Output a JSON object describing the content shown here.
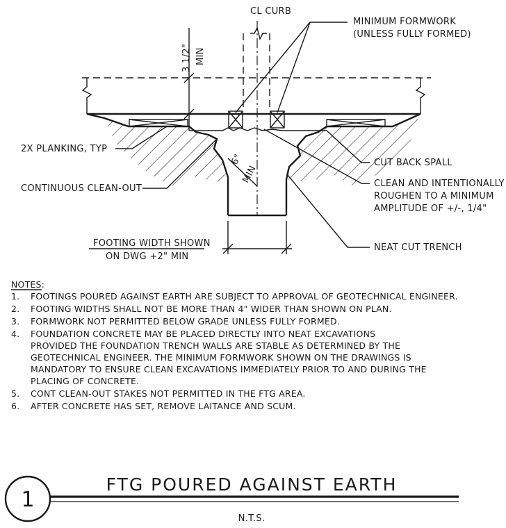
{
  "labels": {
    "cl_curb": "CL CURB",
    "minimum_formwork_1": "MINIMUM FORMWORK",
    "minimum_formwork_2": "(UNLESS FULLY FORMED)",
    "dim_3half": "3 1/2\"",
    "dim_min_a": "MIN",
    "dim_6": "6\"",
    "dim_min_b": "MIN",
    "planking": "2X PLANKING, TYP",
    "cleanout": "CONTINUOUS CLEAN-OUT",
    "cut_back_spall": "CUT BACK SPALL",
    "roughen_1": "CLEAN AND INTENTIONALLY",
    "roughen_2": "ROUGHEN TO A MINIMUM",
    "roughen_3": "AMPLITUDE OF +/-, 1/4\"",
    "neat_cut": "NEAT CUT TRENCH",
    "footing_width_1": "FOOTING WIDTH SHOWN",
    "footing_width_2": "ON DWG +2\" MIN"
  },
  "notes": {
    "heading": "NOTES:",
    "items": [
      {
        "num": "1.",
        "lines": [
          "FOOTINGS POURED AGAINST EARTH ARE SUBJECT TO APPROVAL OF GEOTECHNICAL ENGINEER."
        ]
      },
      {
        "num": "2.",
        "lines": [
          "FOOTING WIDTHS SHALL NOT BE MORE THAN 4\" WIDER THAN SHOWN ON PLAN."
        ]
      },
      {
        "num": "3.",
        "lines": [
          "FORMWORK NOT PERMITTED BELOW GRADE UNLESS FULLY FORMED."
        ]
      },
      {
        "num": "4.",
        "lines": [
          "FOUNDATION CONCRETE MAY BE PLACED DIRECTLY INTO NEAT EXCAVATIONS",
          "PROVIDED THE FOUNDATION TRENCH WALLS ARE STABLE AS DETERMINED BY THE",
          "GEOTECHNICAL ENGINEER.  THE MINIMUM FORMWORK SHOWN ON THE DRAWINGS IS",
          "MANDATORY TO ENSURE CLEAN EXCAVATIONS IMMEDIATELY PRIOR TO AND DURING THE",
          "PLACING OF CONCRETE."
        ]
      },
      {
        "num": "5.",
        "lines": [
          "CONT CLEAN-OUT STAKES NOT PERMITTED IN THE FTG AREA."
        ]
      },
      {
        "num": "6.",
        "lines": [
          "AFTER CONCRETE HAS SET, REMOVE LAITANCE AND SCUM."
        ]
      }
    ]
  },
  "title_block": {
    "detail_number": "1",
    "title": "FTG POURED AGAINST EARTH",
    "scale": "N.T.S."
  }
}
